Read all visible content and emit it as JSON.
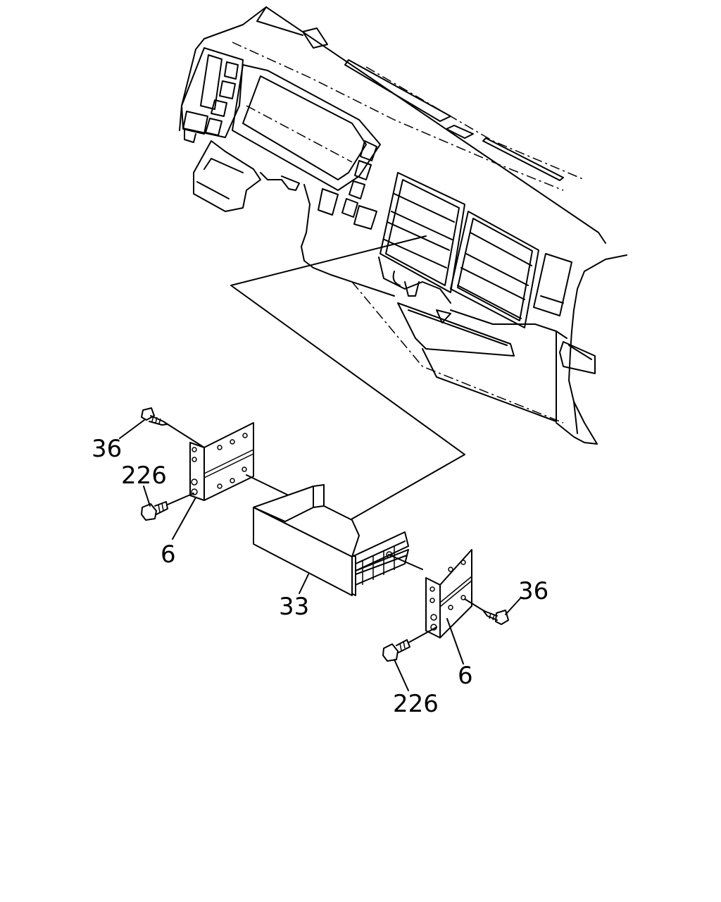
{
  "callouts": {
    "left_screw": "36",
    "left_bolt": "226",
    "left_bracket": "6",
    "radio_mount": "33",
    "right_screw": "36",
    "right_bracket": "6",
    "right_bolt": "226"
  },
  "colors": {
    "line": "#000000",
    "background": "#ffffff"
  }
}
